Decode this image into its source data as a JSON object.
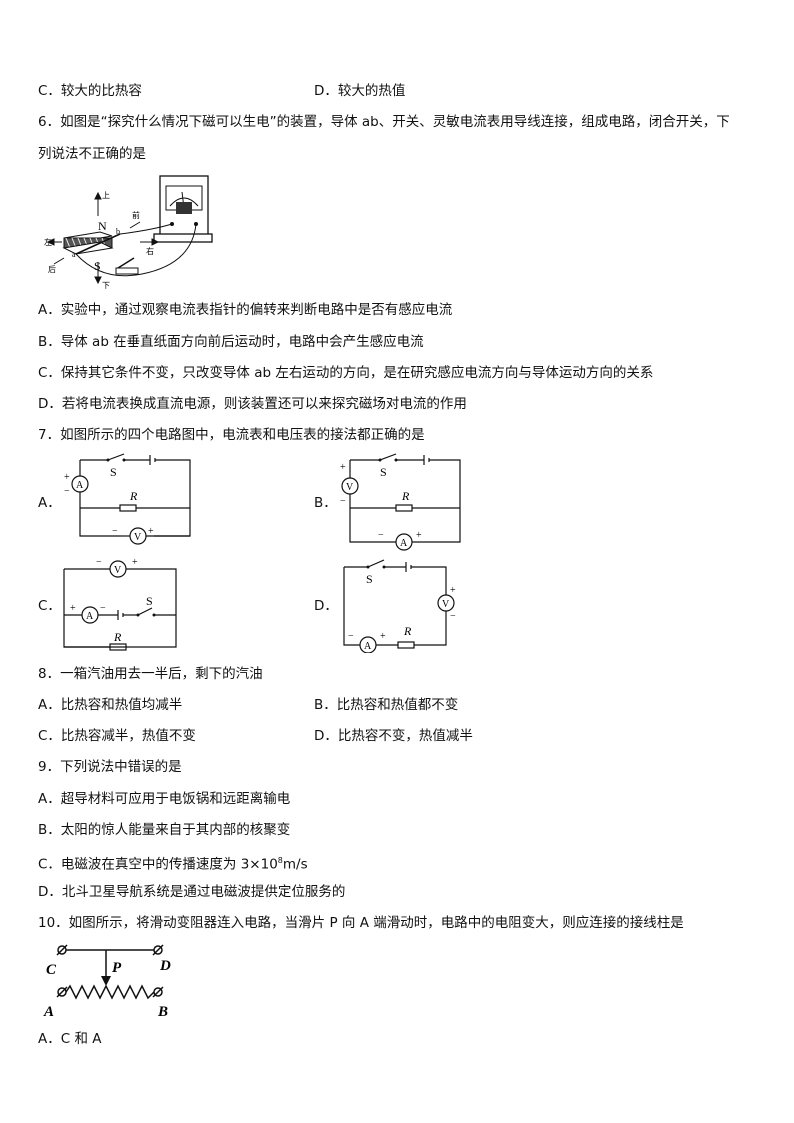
{
  "q5": {
    "opt_c": "C．较大的比热容",
    "opt_d": "D．较大的热值"
  },
  "q6": {
    "stem_line1": "6．如图是“探究什么情况下磁可以生电”的装置，导体 ab、开关、灵敏电流表用导线连接，组成电路，闭合开关，下",
    "stem_line2": "列说法不正确的是",
    "figure": {
      "up": "上",
      "down": "下",
      "left": "左",
      "right": "右",
      "front": "前",
      "back": "后",
      "n": "N",
      "s": "S",
      "a": "a",
      "b": "b"
    },
    "opt_a": "A．实验中，通过观察电流表指针的偏转来判断电路中是否有感应电流",
    "opt_b": "B．导体 ab 在垂直纸面方向前后运动时，电路中会产生感应电流",
    "opt_c": "C．保持其它条件不变，只改变导体 ab 左右运动的方向，是在研究感应电流方向与导体运动方向的关系",
    "opt_d": "D．若将电流表换成直流电源，则该装置还可以来探究磁场对电流的作用"
  },
  "q7": {
    "stem": "7．如图所示的四个电路图中，电流表和电压表的接法都正确的是",
    "label_a": "A．",
    "label_b": "B．",
    "label_c": "C．",
    "label_d": "D．",
    "sym": {
      "ammeter": "A",
      "voltmeter": "V",
      "switch": "S",
      "resistor": "R",
      "plus": "+",
      "minus": "−"
    }
  },
  "q8": {
    "stem": "8．一箱汽油用去一半后，剩下的汽油",
    "opt_a": "A．比热容和热值均减半",
    "opt_b": "B．比热容和热值都不变",
    "opt_c": "C．比热容减半，热值不变",
    "opt_d": "D．比热容不变，热值减半"
  },
  "q9": {
    "stem": "9．下列说法中错误的是",
    "opt_a": "A．超导材料可应用于电饭锅和远距离输电",
    "opt_b": "B．太阳的惊人能量来自于其内部的核聚变",
    "opt_c_pre": "C．电磁波在真空中的传播速度为 3×10",
    "opt_c_sup": "8",
    "opt_c_post": "m/s",
    "opt_d": "D．北斗卫星导航系统是通过电磁波提供定位服务的"
  },
  "q10": {
    "stem": "10．如图所示，将滑动变阻器连入电路，当滑片 P 向 A 端滑动时，电路中的电阻变大，则应连接的接线柱是",
    "figure": {
      "c": "C",
      "d": "D",
      "p": "P",
      "a": "A",
      "b": "B"
    },
    "opt_a": "A．C 和 A"
  }
}
